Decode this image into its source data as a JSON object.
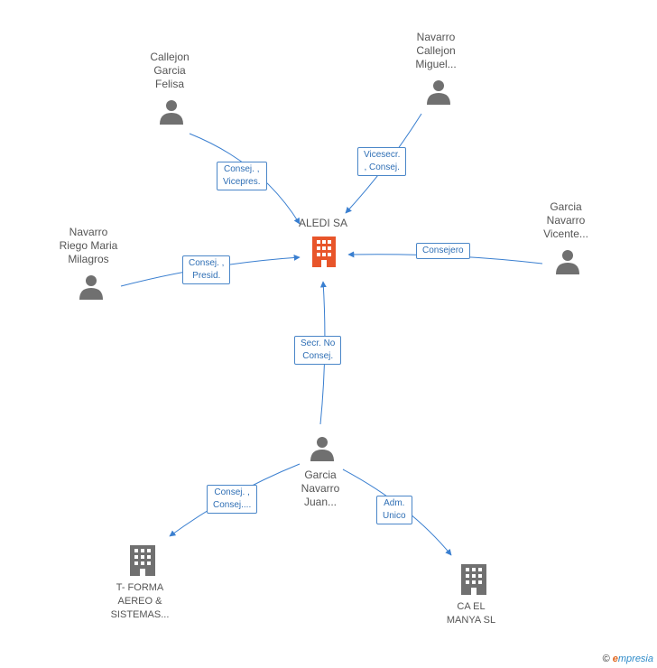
{
  "center": {
    "label": "ALEDI SA",
    "color": "#e8552a"
  },
  "nodes": {
    "callejon_garcia": {
      "lines": [
        "Callejon",
        "Garcia",
        "Felisa"
      ]
    },
    "navarro_callejon": {
      "lines": [
        "Navarro",
        "Callejon",
        "Miguel..."
      ]
    },
    "garcia_navarro_vicente": {
      "lines": [
        "Garcia",
        "Navarro",
        "Vicente..."
      ]
    },
    "navarro_riego": {
      "lines": [
        "Navarro",
        "Riego Maria",
        "Milagros"
      ]
    },
    "garcia_navarro_juan": {
      "lines": [
        "Garcia",
        "Navarro",
        "Juan..."
      ]
    },
    "tforma": {
      "lines": [
        "T- FORMA",
        "AEREO &",
        "SISTEMAS..."
      ]
    },
    "caelmanya": {
      "lines": [
        "CA EL",
        "MANYA SL"
      ]
    }
  },
  "edges": {
    "e1": [
      "Consej. ,",
      "Vicepres."
    ],
    "e2": [
      "Vicesecr.",
      ", Consej."
    ],
    "e3": [
      "Consejero"
    ],
    "e4": [
      "Consej. ,",
      "Presid."
    ],
    "e5": [
      "Secr. No",
      "Consej."
    ],
    "e6": [
      "Consej. ,",
      "Consej...."
    ],
    "e7": [
      "Adm.",
      "Unico"
    ]
  },
  "colors": {
    "line": "#3a7fd0",
    "person": "#707070",
    "company": "#707070"
  },
  "footer": {
    "copyright": "©",
    "brand_e": "e",
    "brand_rest": "mpresia"
  }
}
